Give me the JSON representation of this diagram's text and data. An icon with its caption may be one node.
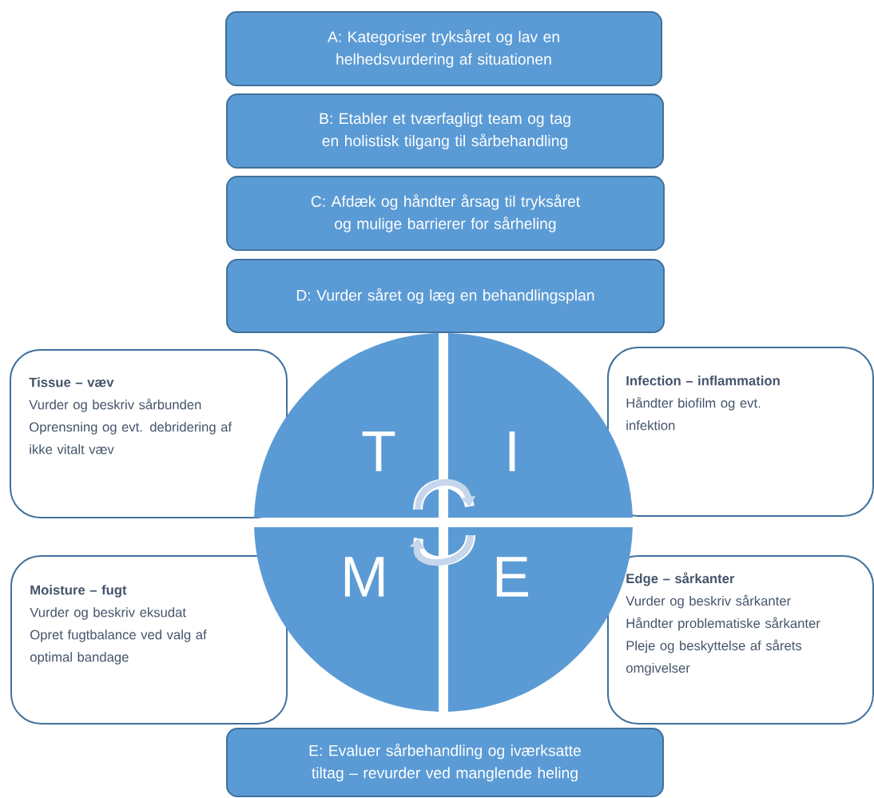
{
  "diagram": {
    "nodes": [
      {
        "text": [
          "A: Kategoriser tryksåret og lav en helhedsvurdering af situationen"
        ]
      },
      {
        "text": [
          "B: Etabler et tværfagligt team og tag en holistisk tilgang til sårbehandling"
        ]
      },
      {
        "text": [
          "C: Afdæk og håndter årsag til tryksåret og mulige barrierer for sårheling"
        ]
      },
      {
        "text": [
          "D: Vurder såret og læg en behandlingsplan"
        ]
      },
      {
        "text": [
          "Tissue – væv",
          "Vurder og beskriv sårbunden",
          "Oprensning og evt. debridering af ikke vitalt væv"
        ]
      },
      {
        "text": [
          "Infection – inflammation",
          "Håndter biofilm og evt. infektion"
        ]
      },
      {
        "text": [
          "T"
        ]
      },
      {
        "text": [
          "I"
        ]
      },
      {
        "text": [
          "M"
        ]
      },
      {
        "text": [
          "E"
        ]
      },
      {
        "text": [
          "Moisture – fugt",
          "Vurder og beskriv eksudat",
          "Opret fugtbalance ved valg af optimal bandage"
        ]
      },
      {
        "text": [
          "Edge – sårkanter",
          "Vurder og beskriv sårkanter",
          "Håndter problematiske sårkanter",
          "Pleje og beskyttelse af sårets omgivelser"
        ]
      },
      {
        "text": [
          "E: Evaluer sårbehandling og iværksatte tiltag – revurder ved manglende heling"
        ]
      }
    ],
    "edges": [
      {
        "from": 6,
        "to": 7,
        "arrow": "to"
      },
      {
        "from": 9,
        "to": 8,
        "arrow": "to"
      }
    ]
  }
}
